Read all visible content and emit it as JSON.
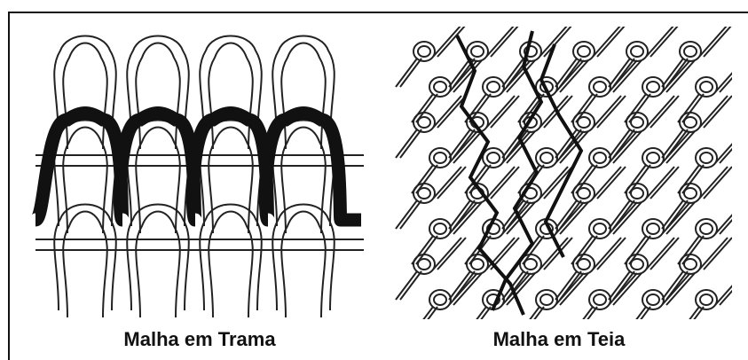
{
  "figures": {
    "weft": {
      "caption": "Malha em Trama",
      "loop_columns": 4,
      "loop_rows": 3,
      "highlight_color": "#111111",
      "line_color": "#222222"
    },
    "warp": {
      "caption": "Malha em Teia",
      "loop_columns": 6,
      "loop_rows": 8,
      "highlight_color": "#111111",
      "line_color": "#222222"
    }
  }
}
